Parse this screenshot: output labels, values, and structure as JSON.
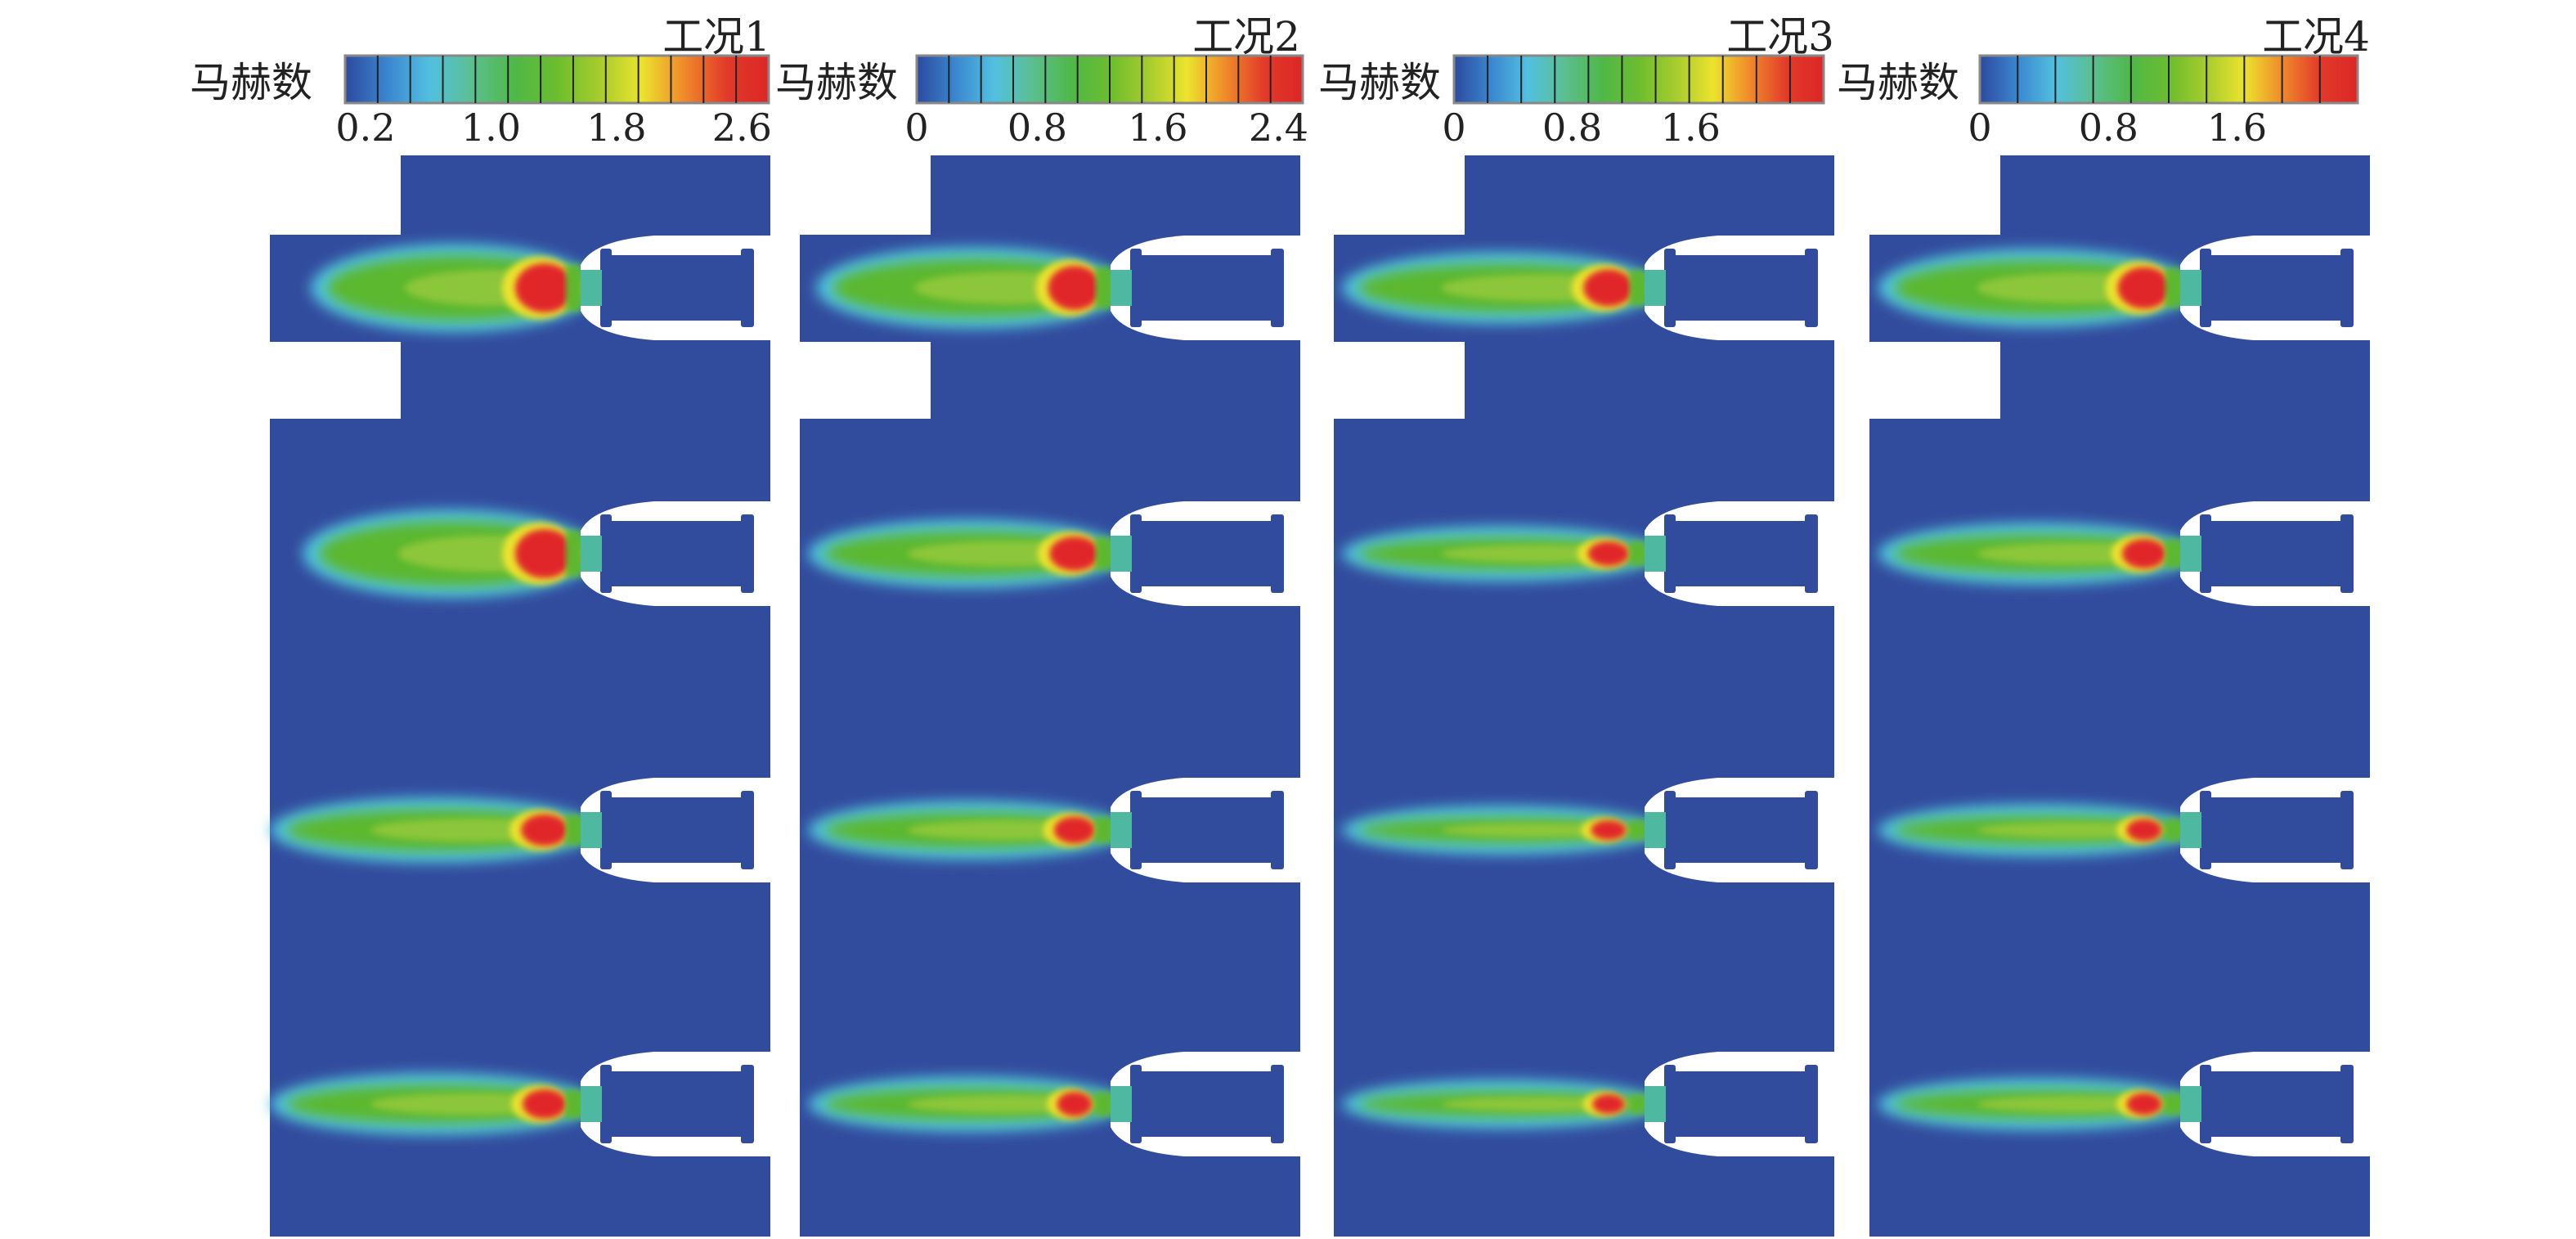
{
  "colorbar_label": "马赫数",
  "colors": {
    "background_flow": "#324c9d",
    "colormap": [
      "#2d4a9e",
      "#3a86d0",
      "#52c0e0",
      "#5bbf8f",
      "#4fb848",
      "#6cbd2e",
      "#a6cc2e",
      "#ece32e",
      "#f08a2a",
      "#e23a2a",
      "#dc2626"
    ]
  },
  "panels": [
    {
      "title": "工况1",
      "range": [
        0.07,
        2.77
      ],
      "segments": 13,
      "ticks": [
        "0.2",
        "1.0",
        "1.8",
        "2.6"
      ],
      "tick_values": [
        0.2,
        1.0,
        1.8,
        2.6
      ]
    },
    {
      "title": "工况2",
      "range": [
        0,
        2.56
      ],
      "segments": 12,
      "ticks": [
        "0",
        "0.8",
        "1.6",
        "2.4"
      ],
      "tick_values": [
        0,
        0.8,
        1.6,
        2.4
      ]
    },
    {
      "title": "工况3",
      "range": [
        0,
        2.5
      ],
      "segments": 11,
      "ticks": [
        "0",
        "0.8",
        "1.6"
      ],
      "tick_values": [
        0,
        0.8,
        1.6
      ]
    },
    {
      "title": "工况4",
      "range": [
        0,
        2.35
      ],
      "segments": 10,
      "ticks": [
        "0",
        "0.8",
        "1.6"
      ],
      "tick_values": [
        0,
        0.8,
        1.6
      ]
    }
  ]
}
